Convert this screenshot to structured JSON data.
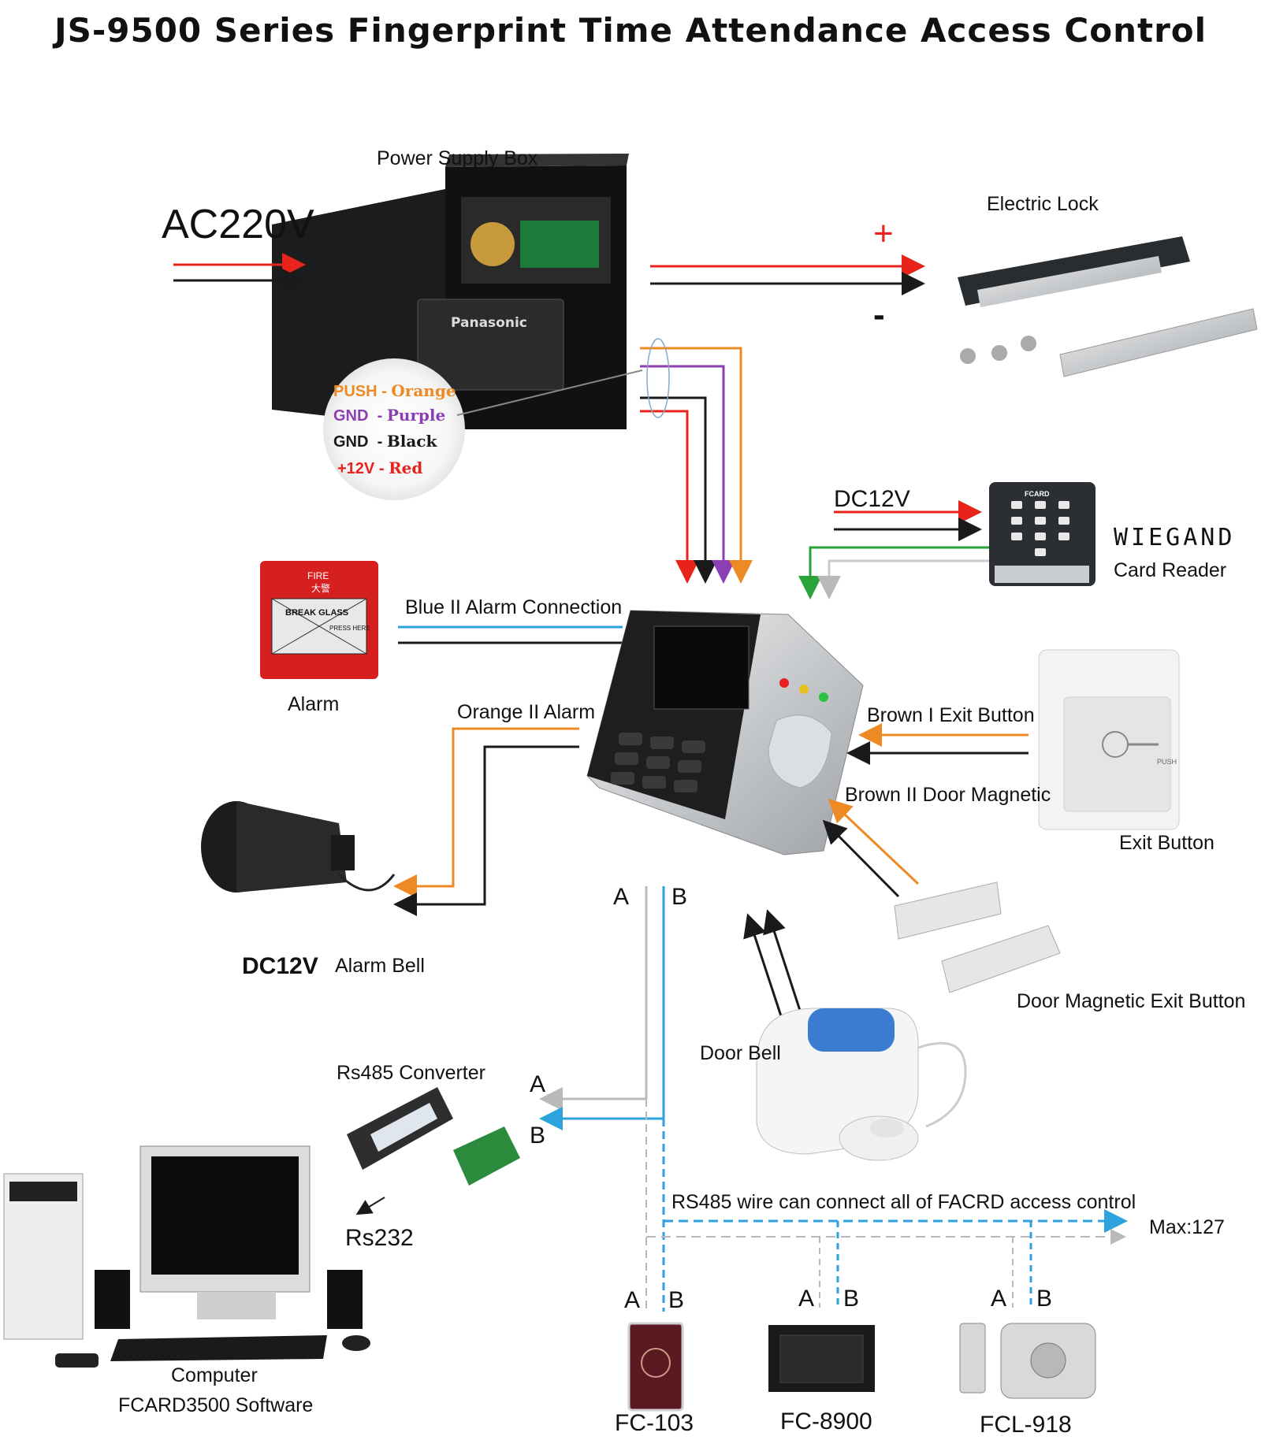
{
  "title": "JS-9500 Series Fingerprint Time Attendance Access Control",
  "colors": {
    "red": "#e8231c",
    "black": "#1a1a1a",
    "orange": "#ee8a24",
    "purple": "#8c3fb3",
    "blue": "#2da2dc",
    "green": "#2aa33a",
    "grey": "#b9b9b9"
  },
  "power": {
    "label": "Power Supply Box",
    "input": "AC220V",
    "battery_brand": "Panasonic"
  },
  "wire_legend": [
    {
      "name": "PUSH",
      "sep": "-",
      "color": "Orange"
    },
    {
      "name": "GND",
      "sep": "-",
      "color": "Purple"
    },
    {
      "name": "GND",
      "sep": "-",
      "color": "Black"
    },
    {
      "name": "+12V",
      "sep": "-",
      "color": "Red"
    }
  ],
  "lock": {
    "label": "Electric Lock",
    "plus": "+",
    "minus": "-"
  },
  "reader": {
    "dc": "DC12V",
    "brand": "FCARD",
    "title": "WIEGAND",
    "subtitle": "Card Reader"
  },
  "alarm": {
    "label": "Alarm",
    "connection": "Blue II Alarm Connection",
    "device_text": [
      "FIRE",
      "大警",
      "BREAK GLASS",
      "PRESS HERE"
    ]
  },
  "bell": {
    "connection": "Orange II Alarm",
    "voltage": "DC12V",
    "label": "Alarm Bell"
  },
  "exit": {
    "connection": "Brown I Exit Button",
    "label": "Exit Button",
    "push": "PUSH"
  },
  "magnetic": {
    "connection": "Brown II Door Magnetic",
    "label": "Door Magnetic Exit Button"
  },
  "doorbell": {
    "label": "Door Bell"
  },
  "rs485": {
    "a": "A",
    "b": "B",
    "converter": "Rs485 Converter",
    "rs232": "Rs232",
    "note": "RS485 wire can connect all of FACRD access control",
    "max": "Max:127"
  },
  "computer": {
    "label": "Computer",
    "software": "FCARD3500 Software"
  },
  "devices": [
    {
      "name": "FC-103",
      "a": "A",
      "b": "B"
    },
    {
      "name": "FC-8900",
      "a": "A",
      "b": "B"
    },
    {
      "name": "FCL-918",
      "a": "A",
      "b": "B"
    }
  ]
}
